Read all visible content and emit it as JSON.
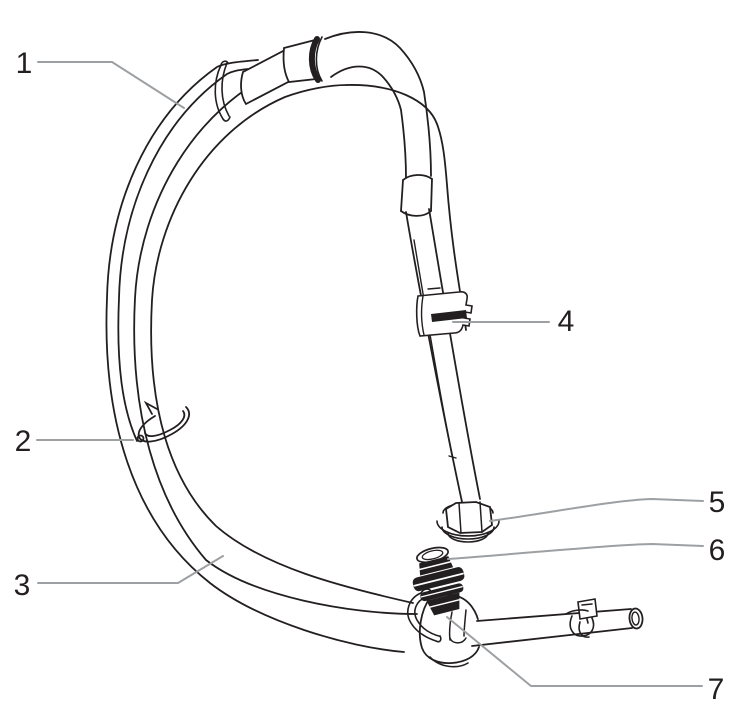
{
  "figure": {
    "background_color": "#ffffff",
    "drawing_color": "#231f20",
    "leader_line_color": "#9da0a3",
    "callouts": [
      {
        "label": "1"
      },
      {
        "label": "2"
      },
      {
        "label": "3"
      },
      {
        "label": "4"
      },
      {
        "label": "5"
      },
      {
        "label": "6"
      },
      {
        "label": "7"
      }
    ]
  }
}
